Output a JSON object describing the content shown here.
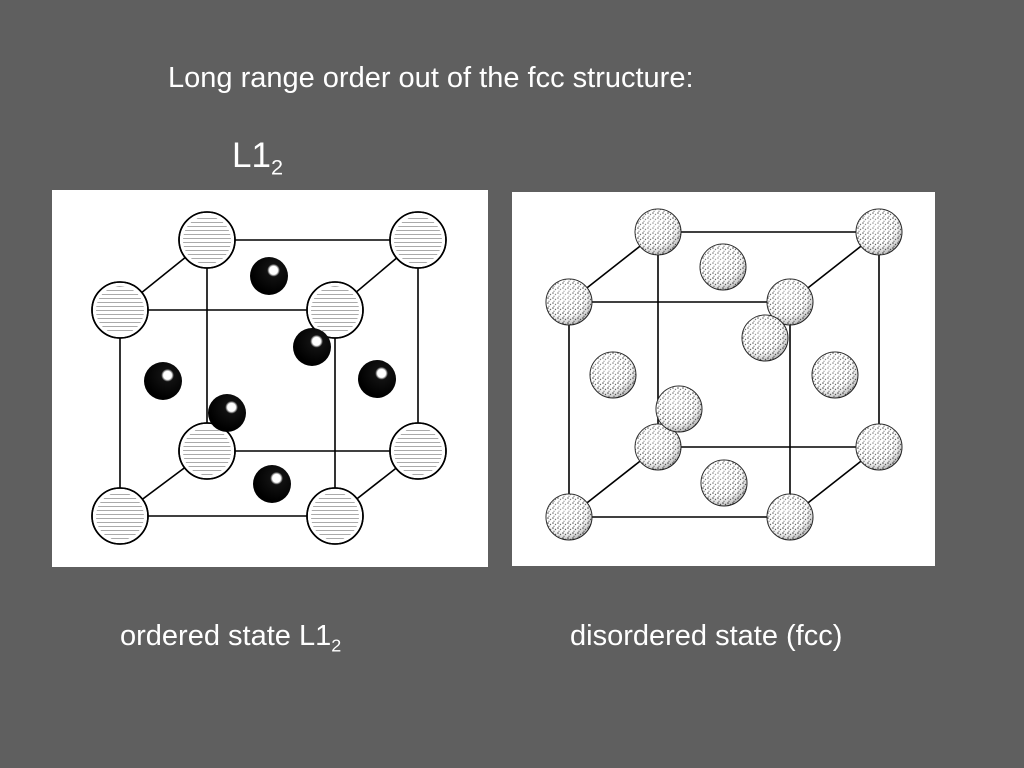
{
  "slide": {
    "title": "Long range order out of the fcc structure:",
    "structure_label": {
      "main": "L1",
      "subscript": "2"
    },
    "captions": {
      "ordered": {
        "main": "ordered state L1",
        "subscript": "2"
      },
      "disordered": "disordered state (fcc)"
    }
  },
  "colors": {
    "background": "#5f5f5f",
    "text": "#ffffff",
    "panel": "#ffffff",
    "corner_atom_ordered": "hatched-white",
    "face_atom_ordered": "#000000",
    "atom_disordered": "stippled-grey"
  },
  "diagrams": {
    "ordered": {
      "corner_atoms": 8,
      "face_atoms": 6
    },
    "disordered": {
      "corner_atoms": 8,
      "face_atoms": 6
    }
  }
}
